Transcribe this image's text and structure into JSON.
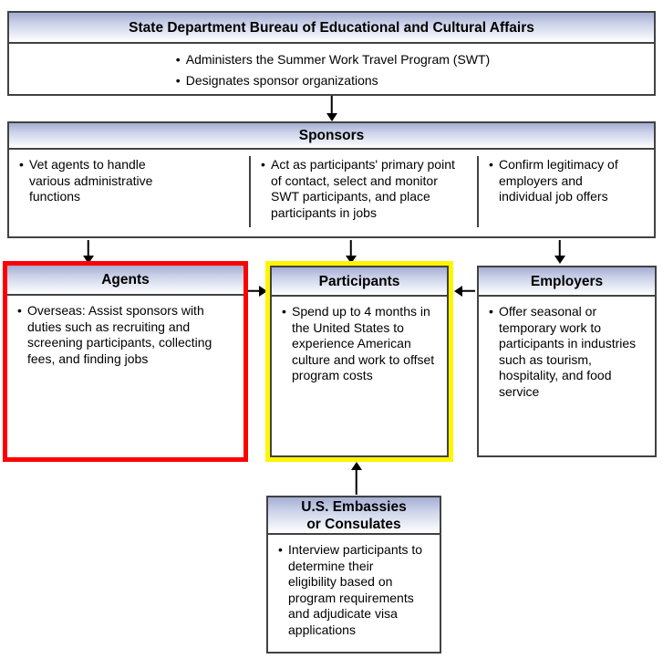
{
  "palette": {
    "header_gradient_top": "#a5add3",
    "header_gradient_mid": "#ccd3e9",
    "box_border": "#424242",
    "agents_highlight": "#ff0000",
    "participants_highlight": "#fff500",
    "arrow_color": "#000000"
  },
  "state_dept": {
    "title": "State Department Bureau of Educational and Cultural Affairs",
    "bullets": [
      "Administers the Summer Work Travel Program (SWT)",
      "Designates sponsor organizations"
    ]
  },
  "sponsors": {
    "title": "Sponsors",
    "columns": [
      {
        "bullet": "Vet agents to handle various administrative functions"
      },
      {
        "bullet": "Act as participants' primary point of contact, select and monitor SWT participants, and place participants in jobs"
      },
      {
        "bullet": "Confirm legitimacy of employers and individual job offers"
      }
    ]
  },
  "agents": {
    "title": "Agents",
    "bullet": "Overseas: Assist sponsors with duties such as recruiting and screening participants, collecting fees, and finding jobs"
  },
  "participants": {
    "title": "Participants",
    "bullet": "Spend up to 4 months in the United States to experience American culture and work to offset program costs"
  },
  "employers": {
    "title": "Employers",
    "bullet": "Offer seasonal or temporary work to participants in industries such as tourism, hospitality, and food service"
  },
  "embassies": {
    "title_line1": "U.S. Embassies",
    "title_line2": "or Consulates",
    "bullet": "Interview participants to determine their eligibility based on program requirements and adjudicate visa applications"
  }
}
